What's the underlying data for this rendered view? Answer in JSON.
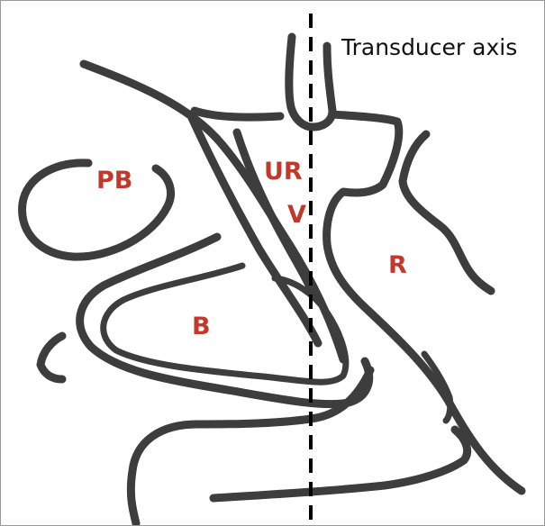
{
  "diagram": {
    "axis_label": "Transducer axis",
    "labels": {
      "pb": "PB",
      "ur": "UR",
      "v": "V",
      "r": "R",
      "b": "B"
    },
    "colors": {
      "label": "#c0392b",
      "outline": "#3d3d3d",
      "axis": "#000000"
    }
  }
}
